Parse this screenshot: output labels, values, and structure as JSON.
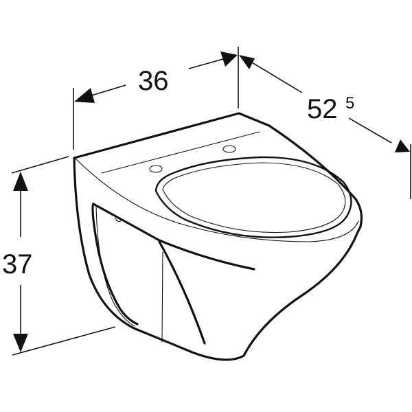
{
  "drawing": {
    "subject": "wall-hung toilet bowl, rimless, with two seat fixing holes",
    "line_color": "#111111",
    "background_color": "#ffffff"
  },
  "dimensions": {
    "width": {
      "value": "36",
      "label": "36"
    },
    "depth": {
      "value": "52",
      "superscript": "5",
      "label": "52⁵"
    },
    "height": {
      "value": "37",
      "label": "37"
    }
  }
}
